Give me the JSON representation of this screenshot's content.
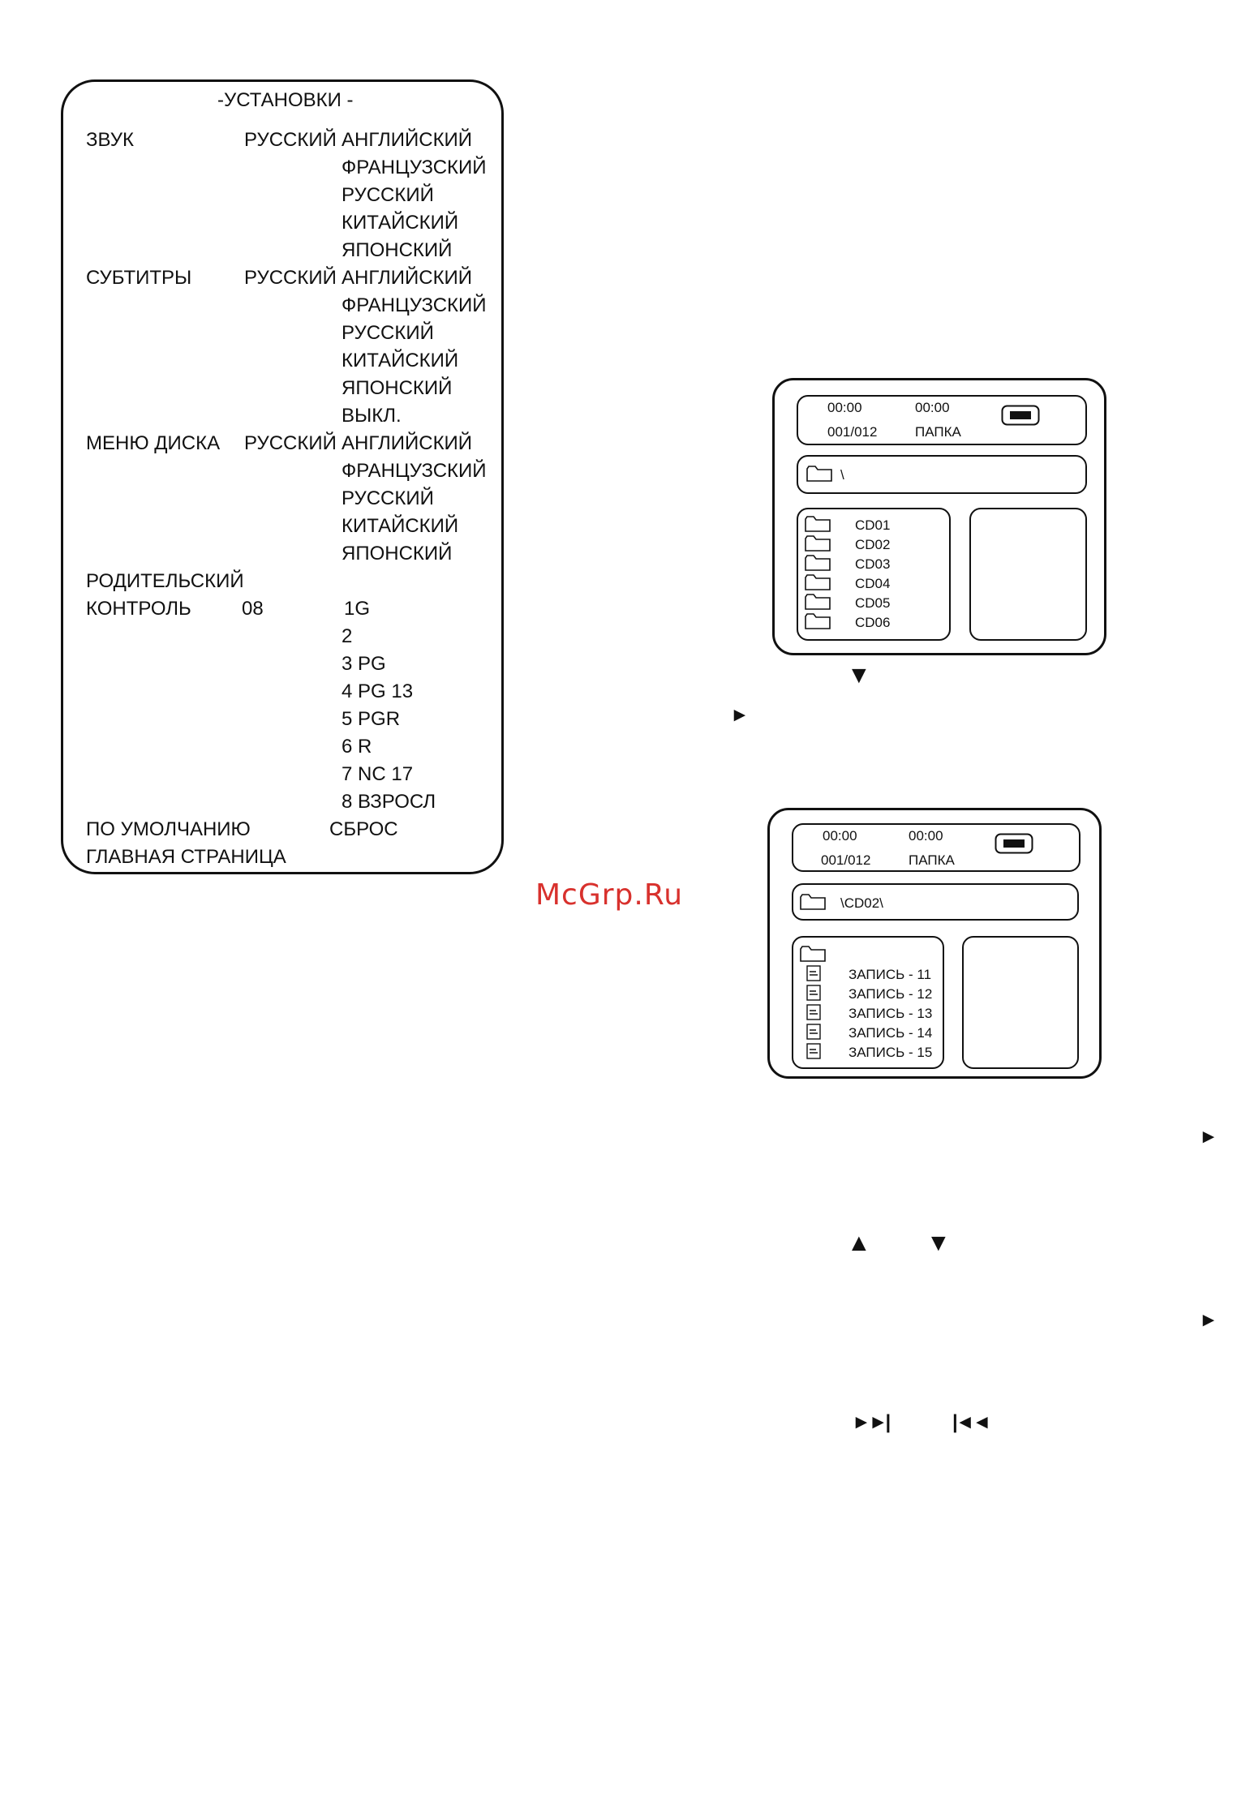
{
  "setup": {
    "title": "-УСТАНОВКИ -",
    "audio": {
      "label": "ЗВУК",
      "value": "РУССКИЙ",
      "options": [
        "АНГЛИЙСКИЙ",
        "ФРАНЦУЗСКИЙ",
        "РУССКИЙ",
        "КИТАЙСКИЙ",
        "ЯПОНСКИЙ"
      ]
    },
    "subtitles": {
      "label": "СУБТИТРЫ",
      "value": "РУССКИЙ",
      "options": [
        "АНГЛИЙСКИЙ",
        "ФРАНЦУЗСКИЙ",
        "РУССКИЙ",
        "КИТАЙСКИЙ",
        "ЯПОНСКИЙ",
        "ВЫКЛ."
      ]
    },
    "disc_menu": {
      "label": "МЕНЮ ДИСКА",
      "value": "РУССКИЙ",
      "options": [
        "АНГЛИЙСКИЙ",
        "ФРАНЦУЗСКИЙ",
        "РУССКИЙ",
        "КИТАЙСКИЙ",
        "ЯПОНСКИЙ"
      ]
    },
    "parental": {
      "label1": "РОДИТЕЛЬСКИЙ",
      "label2": "КОНТРОЛЬ",
      "value": "08",
      "options": [
        "1G",
        "2",
        "3 PG",
        "4 PG  13",
        "5 PGR",
        "6 R",
        "7  NC 17",
        "8 ВЗРОСЛ"
      ]
    },
    "defaults": {
      "label": "ПО УМОЛЧАНИЮ",
      "value": "СБРОС"
    },
    "main_page": {
      "label": "ГЛАВНАЯ СТРАНИЦА"
    }
  },
  "watermark": "McGrp.Ru",
  "screen1": {
    "time_elapsed": "00:00",
    "time_total": "00:00",
    "track": "001/012",
    "mode": "ПАПКА",
    "path": "\\",
    "items": [
      "CD01",
      "CD02",
      "CD03",
      "CD04",
      "CD05",
      "CD06"
    ]
  },
  "screen2": {
    "time_elapsed": "00:00",
    "time_total": "00:00",
    "track": "001/012",
    "mode": "ПАПКА",
    "path": "\\CD02\\",
    "items": [
      "ЗАПИСЬ - 11",
      "ЗАПИСЬ - 12",
      "ЗАПИСЬ - 13",
      "ЗАПИСЬ - 14",
      "ЗАПИСЬ - 15"
    ]
  },
  "symbols": {
    "down": "▼",
    "up": "▲",
    "right": "►",
    "next": "►►|",
    "prev": "|◄◄"
  }
}
